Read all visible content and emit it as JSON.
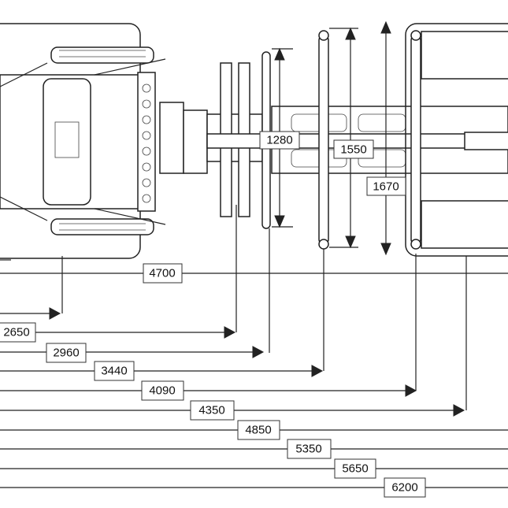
{
  "dimensions": {
    "widths": {
      "w1280": "1280",
      "w1550": "1550",
      "w1670": "1670"
    },
    "lengths": {
      "l4700": "4700",
      "l2650": "2650",
      "l2960": "2960",
      "l3440": "3440",
      "l4090": "4090",
      "l4350": "4350",
      "l4850": "4850",
      "l5350": "5350",
      "l5650": "5650",
      "l6200": "6200"
    }
  },
  "colors": {
    "line": "#222222",
    "background": "#ffffff"
  }
}
